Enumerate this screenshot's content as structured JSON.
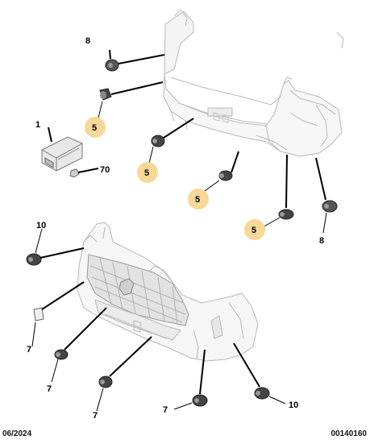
{
  "diagram": {
    "callouts": {
      "rear_ecu": "1",
      "rear_connector": "70",
      "rear_sensor_upper_left": "8",
      "rear_sensor_right": "8",
      "rear_park_sensors": [
        "5",
        "5",
        "5",
        "5"
      ],
      "front_side_left": "10",
      "front_side_right": "10",
      "front_sensors_7": [
        "7",
        "7",
        "7",
        "7"
      ]
    },
    "highlight_color": "#f7d898",
    "line_color": "#000000",
    "part_stroke": "#bdbdbd"
  },
  "footer": {
    "date": "06/2024",
    "reference": "00140160"
  }
}
